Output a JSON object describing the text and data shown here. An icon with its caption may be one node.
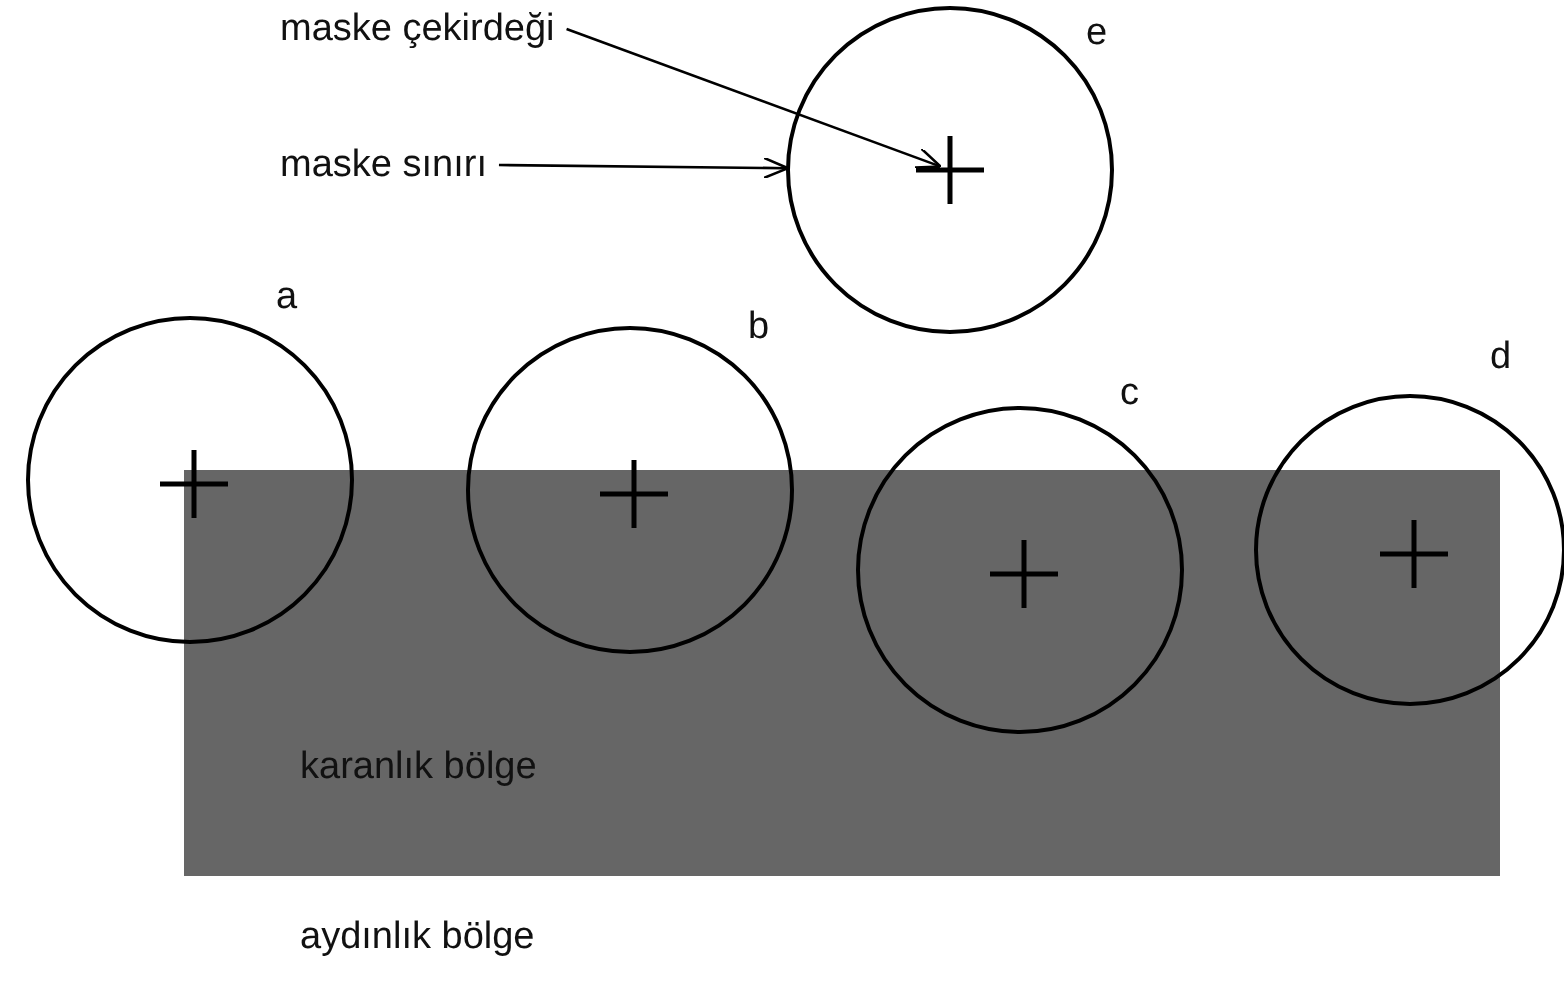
{
  "diagram": {
    "nodes": [
      {
        "text": [
          "maske çekirdeği"
        ]
      },
      {
        "text": [
          "maske sınırı"
        ]
      },
      {
        "text": [],
        "shape": "circle",
        "beside": [
          "e"
        ]
      },
      {
        "text": [],
        "shape": "cross",
        "in": 2
      },
      {
        "text": [],
        "shape": "circle",
        "beside": [
          "a"
        ]
      },
      {
        "text": [],
        "shape": "circle",
        "beside": [
          "b"
        ]
      },
      {
        "text": [],
        "shape": "circle",
        "beside": [
          "c"
        ]
      },
      {
        "text": [],
        "shape": "circle",
        "beside": [
          "d"
        ]
      },
      {
        "text": [
          "karanlık bölge"
        ]
      }
    ],
    "edges": [
      {
        "from": 0,
        "to": 3,
        "arrow": "to"
      },
      {
        "from": 1,
        "to": 2,
        "arrow": "to"
      }
    ],
    "labels": [
      "aydınlık bölge"
    ]
  }
}
